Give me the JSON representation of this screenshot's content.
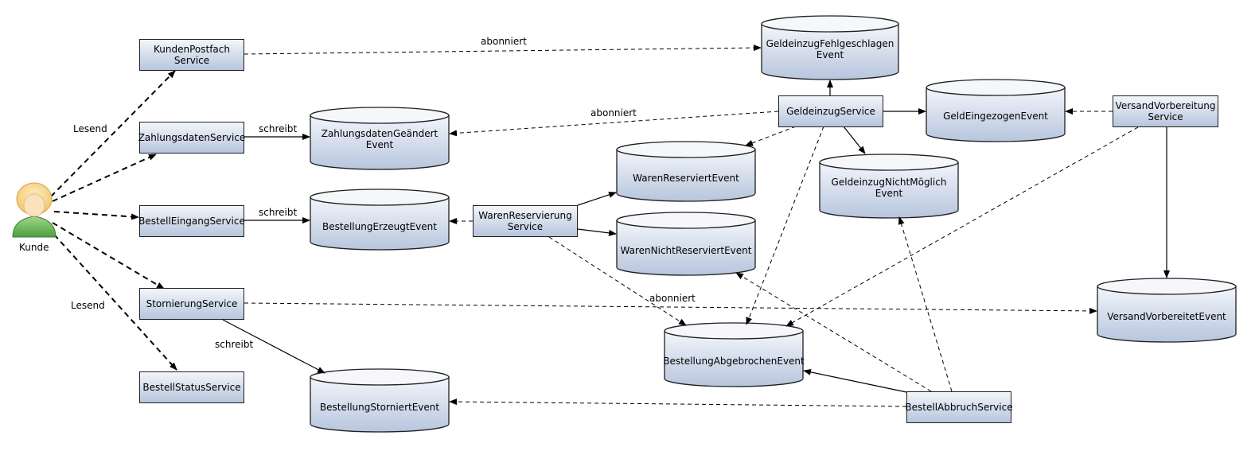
{
  "actor": {
    "label": "Kunde"
  },
  "services": {
    "kunden_postfach": "KundenPostfach\nService",
    "zahlungsdaten": "ZahlungsdatenService",
    "bestell_eingang": "BestellEingangService",
    "stornierung": "StornierungService",
    "bestell_status": "BestellStatusService",
    "waren_reservierung": "WarenReservierung\nService",
    "geldeinzug": "GeldeinzugService",
    "versand_vorbereitung": "VersandVorbereitung\nService",
    "bestell_abbruch": "BestellAbbruchService"
  },
  "events": {
    "geldeinzug_fehlgeschlagen": "GeldeinzugFehlgeschlagen\nEvent",
    "geld_eingezogen": "GeldEingezogenEvent",
    "zahlungsdaten_geaendert": "ZahlungsdatenGeändert\nEvent",
    "waren_reserviert": "WarenReserviertEvent",
    "geldeinzug_nicht_moeglich": "GeldeinzugNichtMöglich\nEvent",
    "bestellung_erzeugt": "BestellungErzeugtEvent",
    "waren_nicht_reserviert": "WarenNichtReserviertEvent",
    "versand_vorbereitet": "VersandVorbereitetEvent",
    "bestellung_abgebrochen": "BestellungAbgebrochenEvent",
    "bestellung_storniert": "BestellungStorniertEvent"
  },
  "edge_labels": {
    "lesend_top": "Lesend",
    "lesend_bottom": "Lesend",
    "schreibt_zahlung": "schreibt",
    "schreibt_bestellung": "schreibt",
    "schreibt_storno": "schreibt",
    "abonniert_postfach": "abonniert",
    "abonniert_geldeinzug": "abonniert",
    "abonniert_abbruch": "abonniert"
  },
  "colors": {
    "fill_top": "#f3f6fb",
    "fill_bottom": "#b7c5dd",
    "stroke": "#1f1f1f",
    "actor_hair": "#f6d48c",
    "actor_body": "#6fbf5e"
  }
}
